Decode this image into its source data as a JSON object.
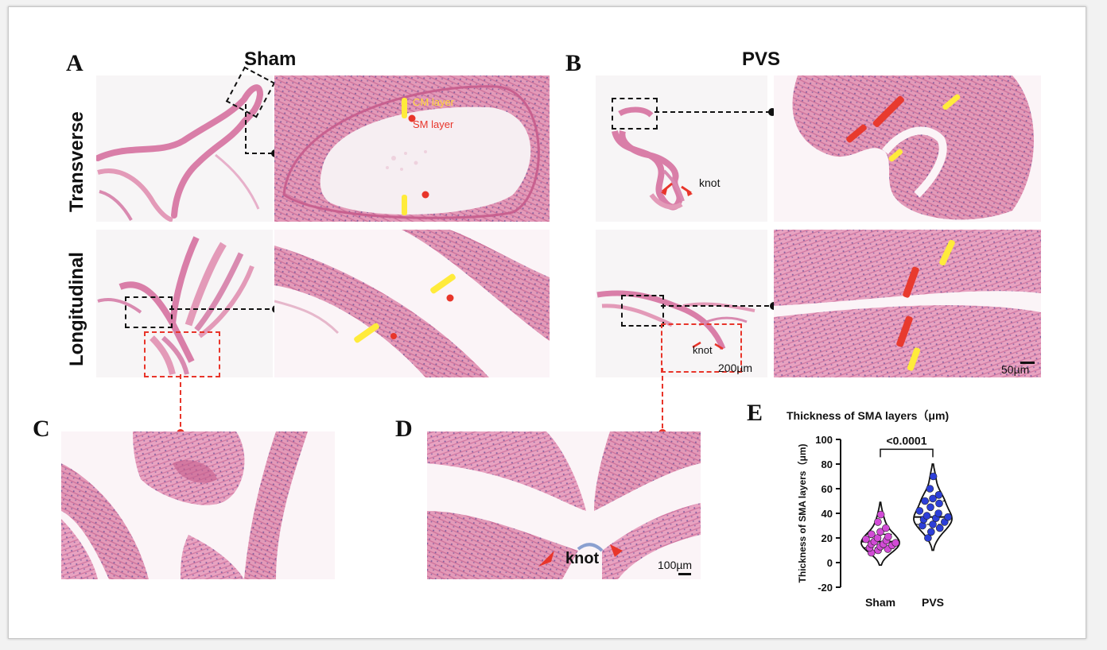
{
  "panels": {
    "A": {
      "letter": "A",
      "title": "Sham"
    },
    "B": {
      "letter": "B",
      "title": "PVS"
    },
    "C": {
      "letter": "C"
    },
    "D": {
      "letter": "D"
    },
    "E": {
      "letter": "E"
    }
  },
  "row_labels": {
    "transverse": "Transverse",
    "longitudinal": "Longitudinal"
  },
  "annotations": {
    "cm_layer": "CM layer",
    "sm_layer": "SM layer",
    "knot_b_top": "knot",
    "knot_b_bottom": "knot",
    "knot_d": "knot"
  },
  "scale_bars": {
    "b_left": "200µm",
    "b_right": "50µm",
    "d": "100µm"
  },
  "colors": {
    "he_pink": "#e39ab8",
    "tissue_dark": "#c96a95",
    "nuclei": "#5b4d9a",
    "marker_yellow": "#ffeb3b",
    "marker_red": "#e83a2e",
    "dot_red": "#e8352a",
    "sham": "#d24bd6",
    "pvs": "#2d3fd8"
  },
  "chart_data": {
    "type": "violin",
    "title": "Thickness of SMA layers（μm)",
    "ylabel": "Thickness of SMA layers（μm)",
    "xlabel": "",
    "categories": [
      "Sham",
      "PVS"
    ],
    "ylim": [
      -20,
      100
    ],
    "yticks": [
      -20,
      0,
      20,
      40,
      60,
      80,
      100
    ],
    "grid": false,
    "significance": "<0.0001",
    "series": [
      {
        "name": "Sham",
        "color": "#d24bd6",
        "median": 17,
        "q1": 12,
        "q3": 23,
        "values": [
          8,
          10,
          11,
          12,
          13,
          14,
          15,
          15,
          16,
          17,
          18,
          19,
          20,
          21,
          23,
          25,
          28,
          33,
          39
        ]
      },
      {
        "name": "PVS",
        "color": "#2d3fd8",
        "median": 37,
        "q1": 31,
        "q3": 50,
        "values": [
          20,
          25,
          28,
          30,
          31,
          33,
          35,
          36,
          37,
          38,
          40,
          42,
          45,
          48,
          50,
          52,
          55,
          60,
          70
        ]
      }
    ]
  }
}
